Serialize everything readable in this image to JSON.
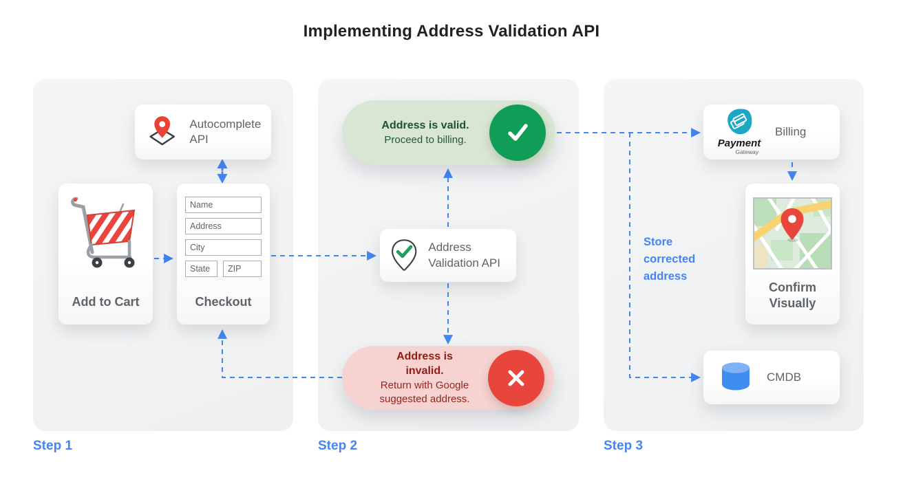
{
  "title": "Implementing Address Validation API",
  "colors": {
    "accent_blue": "#4285F4",
    "success_green": "#0F9D58",
    "success_banner_bg": "#D8E6D3",
    "success_text": "#1F5130",
    "error_red": "#E8453C",
    "error_banner_bg": "#F6D3D0",
    "error_text": "#8F1D16",
    "panel_bg": "#F1F3F4",
    "label_gray": "#5F6368",
    "pin_red": "#EA4335",
    "gateway_teal": "#1BA7C6",
    "database_blue": "#3E8EF0"
  },
  "step_labels": [
    "Step 1",
    "Step 2",
    "Step 3"
  ],
  "step1": {
    "autocomplete_label": "Autocomplete API",
    "add_to_cart_label": "Add to Cart",
    "checkout_label": "Checkout",
    "fields": [
      "Name",
      "Address",
      "City",
      "State",
      "ZIP"
    ]
  },
  "step2": {
    "valid_title": "Address is valid.",
    "valid_subtitle": "Proceed to billing.",
    "validation_api_label": "Address Validation API",
    "invalid_title": "Address is invalid.",
    "invalid_subtitle": "Return with Google suggested address."
  },
  "step3": {
    "billing_label": "Billing",
    "payment_logo_line1": "Payment",
    "payment_logo_line2": "Gateway",
    "confirm_label": "Confirm Visually",
    "cmdb_label": "CMDB",
    "store_note": "Store corrected address"
  }
}
